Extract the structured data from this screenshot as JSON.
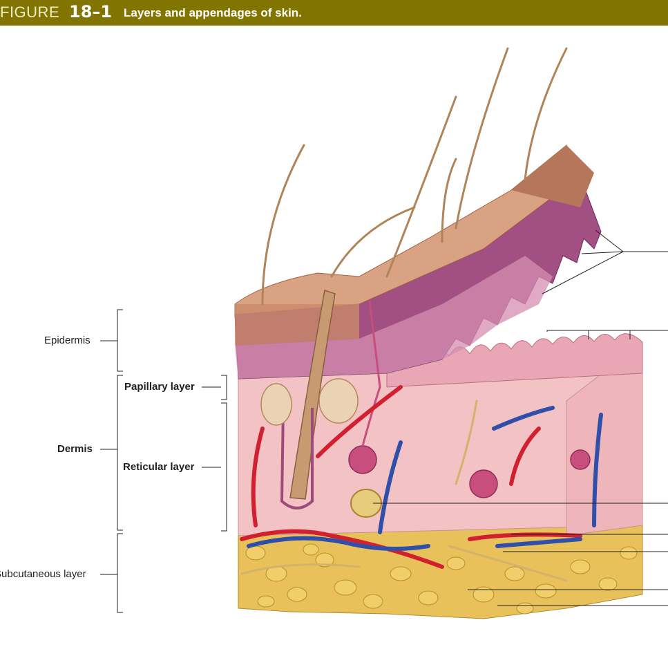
{
  "header": {
    "figure_word": "FIGURE",
    "figure_number": "18–1",
    "title": "Layers and appendages of skin."
  },
  "labels": {
    "epidermis": "Epidermis",
    "papillary_layer": "Papillary layer",
    "dermis": "Dermis",
    "reticular_layer": "Reticular layer",
    "subcutaneous_layer": "Subcutaneous layer"
  },
  "colors": {
    "header_bg": "#827400",
    "skin_surface": "#c98a6a",
    "epidermis_purple": "#a24f83",
    "dermis_pink": "#f2c2c4",
    "fat_yellow": "#e8c15a",
    "artery_red": "#d1202f",
    "vein_blue": "#2f4fa8"
  }
}
